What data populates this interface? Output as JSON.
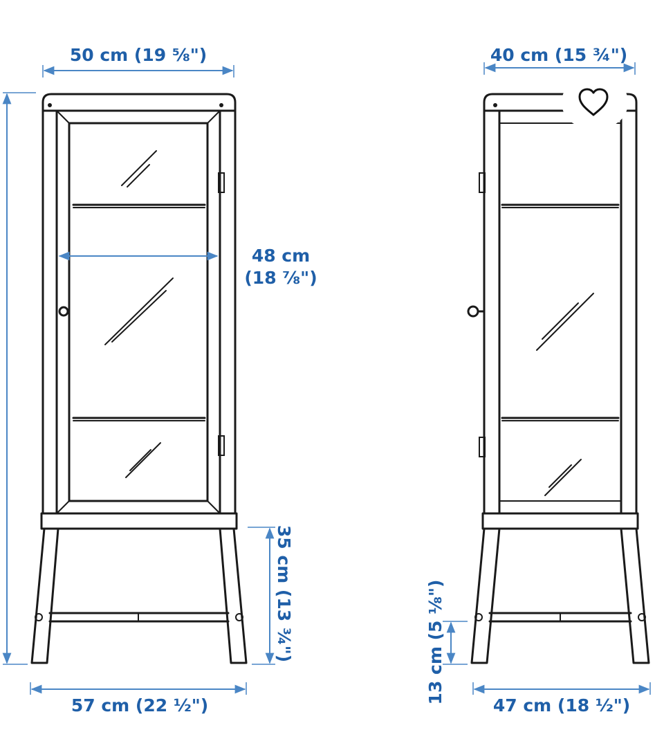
{
  "dimensions": {
    "front_width": "50 cm (19 ⅝\")",
    "side_width": "40 cm (15 ¾\")",
    "inner_width_cm": "48 cm",
    "inner_width_in": "(18 ⅞\")",
    "leg_height": "35 cm (13 ¾\")",
    "foot_height": "13 cm (5 ⅛\")",
    "front_base_width": "57 cm (22 ½\")",
    "side_base_width": "47 cm (18 ½\")"
  },
  "colors": {
    "dimension_text": "#1f5fa8",
    "dimension_line": "#4a86c5",
    "drawing": "#1a1a1a"
  },
  "icons": {
    "favorite": "heart-icon"
  }
}
